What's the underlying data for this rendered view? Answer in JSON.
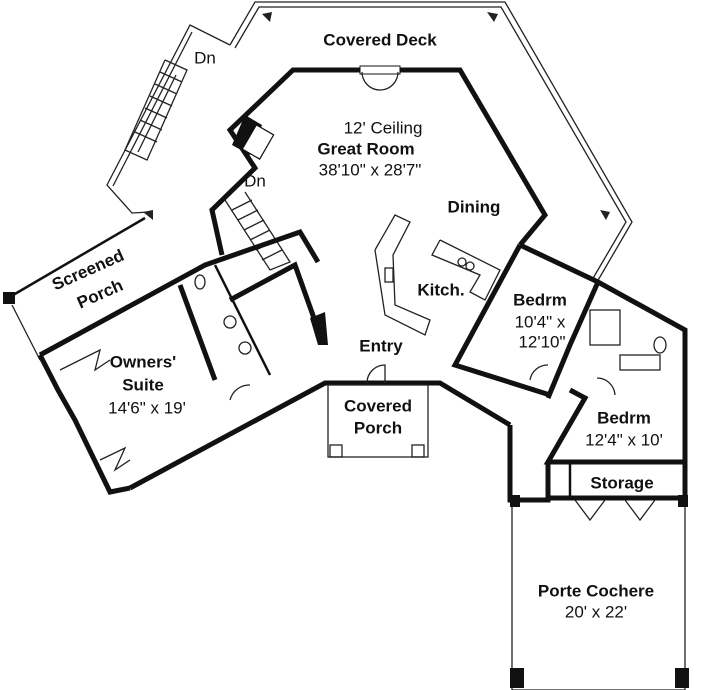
{
  "rooms": {
    "covered_deck": {
      "name": "Covered Deck"
    },
    "stairs_down_deck": {
      "label": "Dn"
    },
    "great_room": {
      "note": "12' Ceiling",
      "name": "Great Room",
      "size": "38'10\" x 28'7\""
    },
    "stairs_down_interior": {
      "label": "Dn"
    },
    "dining": {
      "name": "Dining"
    },
    "screened_porch": {
      "line1": "Screened",
      "line2": "Porch"
    },
    "kitchen": {
      "name": "Kitch."
    },
    "bedroom_1": {
      "name": "Bedrm",
      "size_line1": "10'4\" x",
      "size_line2": "12'10\""
    },
    "entry": {
      "name": "Entry"
    },
    "owners_suite": {
      "line1": "Owners'",
      "line2": "Suite",
      "size": "14'6\" x 19'"
    },
    "covered_porch": {
      "line1": "Covered",
      "line2": "Porch"
    },
    "bedroom_2": {
      "name": "Bedrm",
      "size": "12'4\" x 10'"
    },
    "storage": {
      "name": "Storage"
    },
    "porte_cochere": {
      "name": "Porte Cochere",
      "size": "20' x 22'"
    }
  }
}
